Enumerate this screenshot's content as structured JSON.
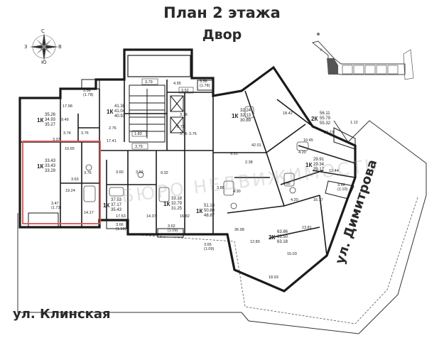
{
  "title": "План 2 этажа",
  "subtitle": "Двор",
  "watermark": "БЮРО НЕДВИЖИМОСТЬ",
  "streets": {
    "left": "ул. Клинская",
    "right": "ул. Димитрова"
  },
  "compass": {
    "north": "С",
    "south": "Ю",
    "west": "З",
    "east": "В"
  },
  "colors": {
    "wall": "#1a1a1a",
    "highlight": "#d9534f",
    "watermark": "#969696"
  },
  "apartments": [
    {
      "rooms": "1К",
      "areas": [
        "35.26",
        "34.93",
        "35.27"
      ]
    },
    {
      "rooms": "1К",
      "areas": [
        "33.43",
        "33.43",
        "33.29"
      ]
    },
    {
      "rooms": "1К",
      "areas": [
        "41.38",
        "41.04",
        "40.93"
      ]
    },
    {
      "rooms": "2К",
      "areas": [
        "56.11",
        "55.79",
        "55.32"
      ]
    },
    {
      "rooms": "1К",
      "areas": [
        "32.24",
        "32.13",
        "30.89"
      ]
    },
    {
      "rooms": "1К",
      "areas": [
        "37.53",
        "37.17",
        "35.43"
      ]
    },
    {
      "rooms": "1К",
      "areas": [
        "33.18",
        "32.79",
        "31.25"
      ]
    },
    {
      "rooms": "1К",
      "areas": [
        "51.18",
        "50.80",
        "48.87"
      ]
    },
    {
      "rooms": "1К",
      "areas": [
        "29.91",
        "29.34",
        "29.17"
      ]
    },
    {
      "rooms": "2К",
      "areas": [
        "63.86",
        "63.50",
        "63.18"
      ]
    }
  ],
  "room_areas": [
    "17.98",
    "9.49",
    "3.56",
    "(1.78)",
    "3.74",
    "3.76",
    "3.37",
    "3.56",
    "(1.78)",
    "4.95",
    "3.78",
    "3.76",
    "2.76",
    "17.41",
    "3.76",
    "8.72",
    "18.42",
    "10.45",
    "20.23",
    "4.20",
    "42.01",
    "9.31",
    "2.38",
    "12.44",
    "3.66",
    "(1.10)",
    "10.65",
    "3.63",
    "3.76",
    "19.24",
    "3.47",
    "(1.73)",
    "14.17",
    "3.60",
    "3.92",
    "9.32",
    "17.53",
    "3.66",
    "(1.10)",
    "14.37",
    "3.62",
    "(1.09)",
    "16.82",
    "3.88",
    "4.30",
    "4.35",
    "4.20",
    "16.77",
    "13.81",
    "15.03",
    "36.98",
    "12.80",
    "18.93",
    "3.65",
    "(1.09)",
    "1.12"
  ],
  "markers": [
    "3.79",
    "3.79",
    "1.83",
    "3.52"
  ]
}
